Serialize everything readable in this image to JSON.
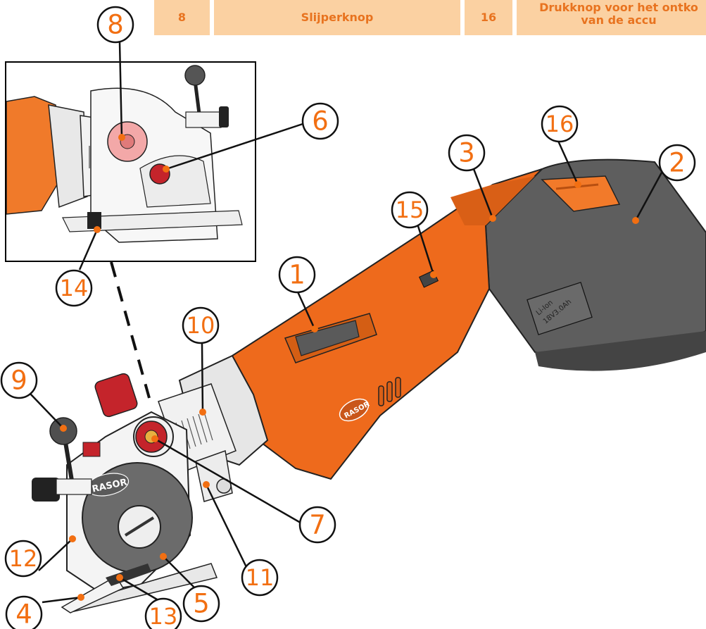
{
  "table": {
    "cells": [
      {
        "text": "8"
      },
      {
        "text": "Slijperknop"
      },
      {
        "text": "16"
      },
      {
        "line1": "Drukknop voor het ontko",
        "line2": "van de accu"
      }
    ]
  },
  "callouts": [
    "1",
    "2",
    "3",
    "4",
    "5",
    "6",
    "7",
    "8",
    "9",
    "10",
    "11",
    "12",
    "13",
    "14",
    "15",
    "16"
  ],
  "product": {
    "logo": "RASOR",
    "battery_line1": "Li-Ion",
    "battery_line2": "18V",
    "battery_capacity": "3.0Ah"
  },
  "colors": {
    "accent": "#f26f12",
    "table_fill": "#fbd1a2",
    "body_orange": "#ee6a1c",
    "battery_grey": "#5e5e5e",
    "knob_red": "#c4242b"
  }
}
